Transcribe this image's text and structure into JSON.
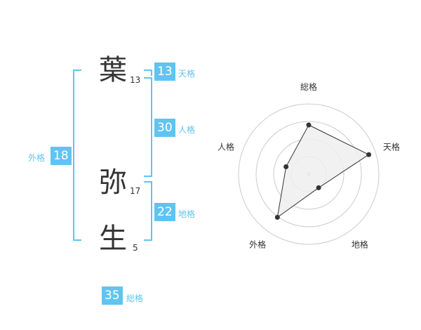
{
  "name": {
    "chars": [
      {
        "char": "葉",
        "strokes": "13"
      },
      {
        "char": "弥",
        "strokes": "17"
      },
      {
        "char": "生",
        "strokes": "5"
      }
    ]
  },
  "kakusu": {
    "ten": {
      "value": "13",
      "label": "天格"
    },
    "jin": {
      "value": "30",
      "label": "人格"
    },
    "chi": {
      "value": "22",
      "label": "地格"
    },
    "gai": {
      "value": "18",
      "label": "外格"
    },
    "sou": {
      "value": "35",
      "label": "総格"
    }
  },
  "colors": {
    "accent": "#61c4f0",
    "text": "#333333",
    "radar_fill": "#eeeeee",
    "radar_ring": "#cccccc"
  },
  "chart_data": {
    "type": "radar",
    "axes": [
      "総格",
      "天格",
      "地格",
      "外格",
      "人格"
    ],
    "values": [
      3.5,
      4.5,
      1.2,
      3.8,
      1.7
    ],
    "max": 5,
    "rings": 4,
    "grid": true
  }
}
